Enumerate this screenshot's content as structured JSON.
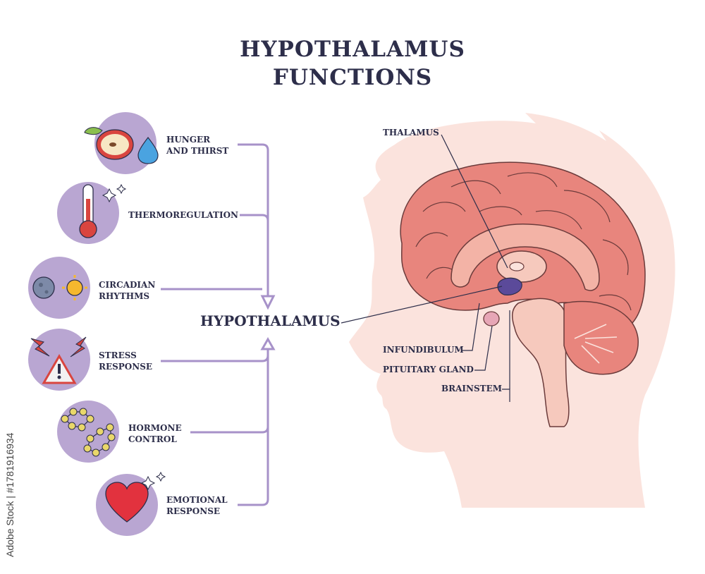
{
  "title_line1": "HYPOTHALAMUS",
  "title_line2": "FUNCTIONS",
  "center_label": "HYPOTHALAMUS",
  "functions": [
    {
      "line1": "HUNGER",
      "line2": "AND THIRST",
      "icon": "apple-water-drop-icon"
    },
    {
      "line1": "THERMOREGULATION",
      "line2": "",
      "icon": "thermometer-icon"
    },
    {
      "line1": "CIRCADIAN",
      "line2": "RHYTHMS",
      "icon": "moon-sun-icon"
    },
    {
      "line1": "STRESS",
      "line2": "RESPONSE",
      "icon": "warning-lightning-icon"
    },
    {
      "line1": "HORMONE",
      "line2": "CONTROL",
      "icon": "molecule-chain-icon"
    },
    {
      "line1": "EMOTIONAL",
      "line2": "RESPONSE",
      "icon": "heart-icon"
    }
  ],
  "brain_parts": {
    "thalamus": "THALAMUS",
    "infundibulum": "INFUNDIBULUM",
    "pituitary": "PITUITARY GLAND",
    "brainstem": "BRAINSTEM"
  },
  "watermark_side": "Adobe Stock | #1781916934",
  "colors": {
    "circle": "#b9a6d2",
    "arrow": "#a792c9",
    "head": "#fbe3dd",
    "brain": "#e8857d",
    "hypothalamus": "#5b4a9a"
  }
}
